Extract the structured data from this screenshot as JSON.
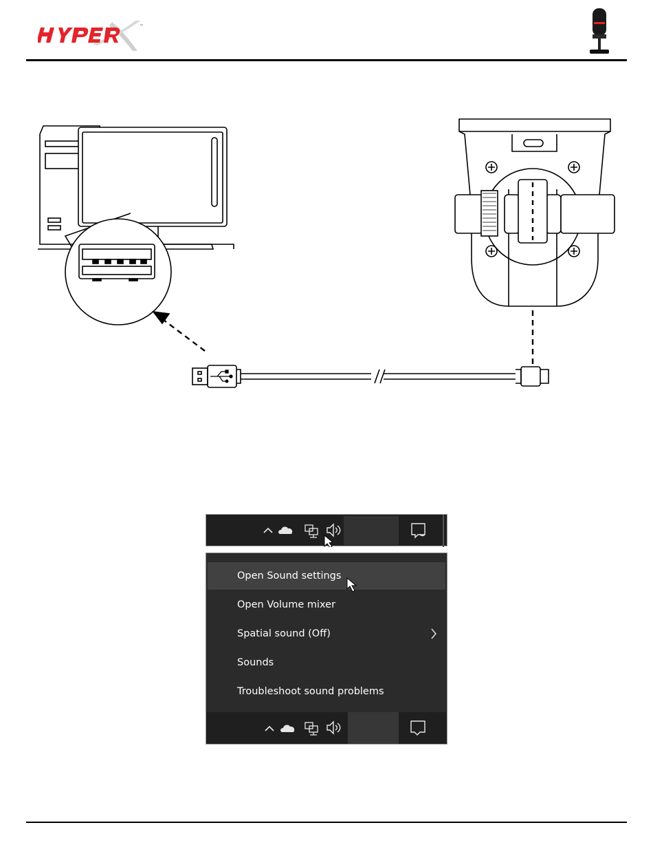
{
  "header": {
    "brand_logo": "HyperX",
    "trademark": "™",
    "product_icon": "microphone-icon"
  },
  "context_menu": {
    "items": [
      {
        "label": "Open Sound settings",
        "hovered": true
      },
      {
        "label": "Open Volume mixer",
        "hovered": false
      },
      {
        "label": "Spatial sound (Off)",
        "hovered": false,
        "submenu": true
      },
      {
        "label": "Sounds",
        "hovered": false
      },
      {
        "label": "Troubleshoot sound problems",
        "hovered": false
      }
    ]
  },
  "tray_icons": [
    "chevron-up-icon",
    "cloud-icon",
    "network-icon",
    "speaker-icon",
    "notification-icon"
  ],
  "colors": {
    "brand_red": "#e3242b",
    "menu_bg": "#2b2b2b",
    "menu_hover": "#414141",
    "taskbar_bg": "#1f1f1f"
  }
}
